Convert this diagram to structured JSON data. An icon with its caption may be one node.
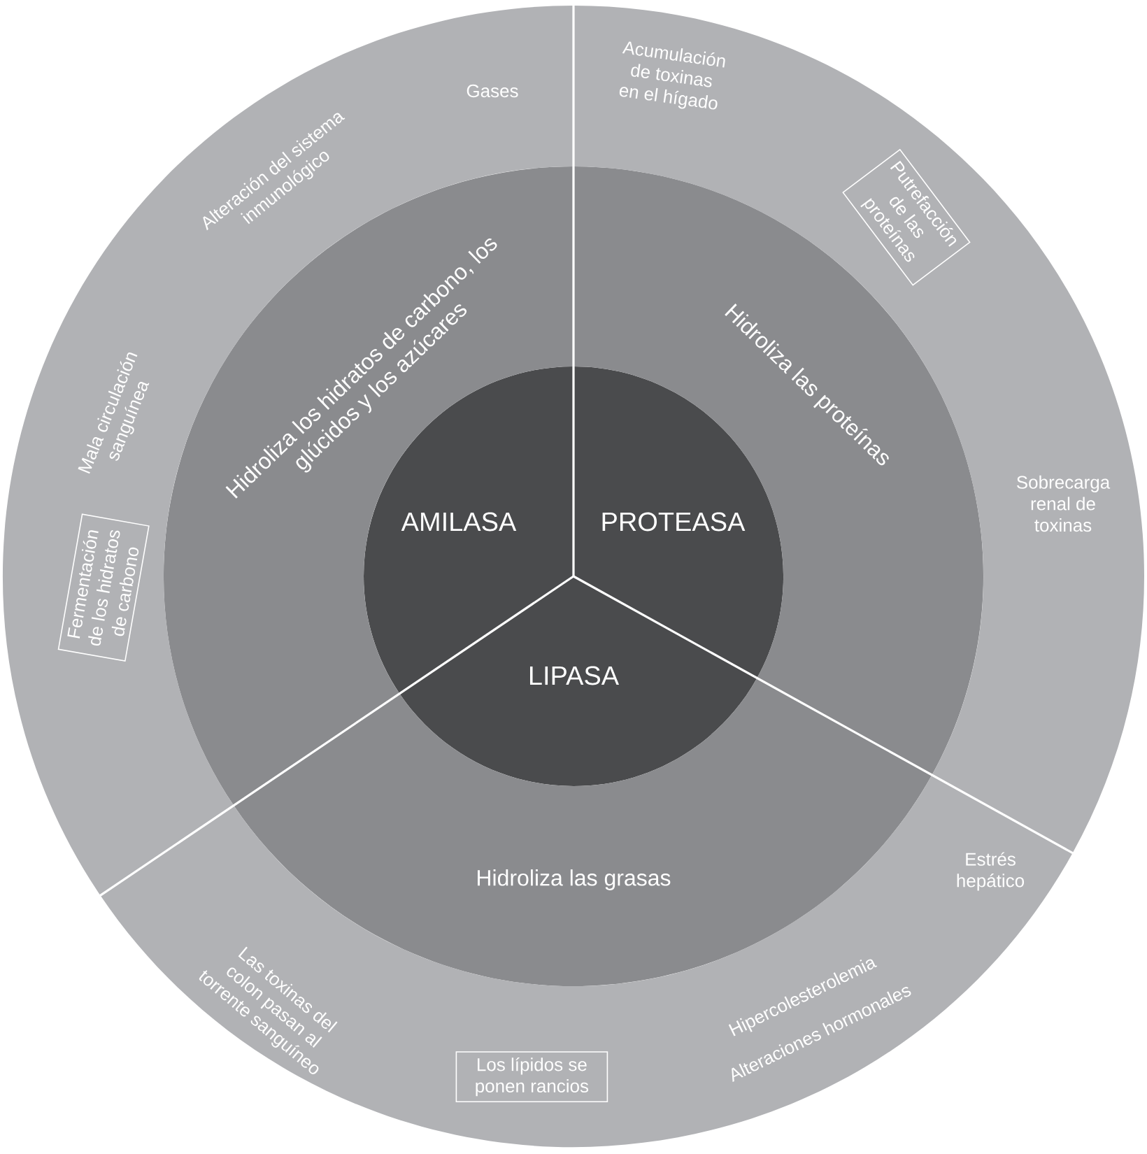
{
  "diagram": {
    "nodes": [
      {
        "text": [
          "AMILASA"
        ]
      },
      {
        "text": [
          "PROTEASA"
        ]
      },
      {
        "text": [
          "LIPASA"
        ]
      },
      {
        "text": [
          "Hidroliza los hidratos de carbono, los glúcidos y los azúcares"
        ]
      },
      {
        "text": [
          "Hidroliza las proteínas"
        ]
      },
      {
        "text": [
          "Hidroliza las grasas"
        ]
      },
      {
        "text": [
          "Gases",
          "Alteración del sistema inmunológico",
          "Mala circulación sanguínea"
        ]
      },
      {
        "text": [
          "Fermentación de los hidratos de carbono"
        ],
        "in": 6
      },
      {
        "text": [
          "Acumulación de toxinas en el hígado",
          "Sobrecarga renal de toxinas"
        ]
      },
      {
        "text": [
          "Putrefacción de las proteínas"
        ],
        "in": 8
      },
      {
        "text": [
          "Las toxinas del colon pasan al torrente sanguíneo",
          "Estrés hepático",
          "Hipercolesterolemia",
          "Alteraciones hormonales"
        ]
      },
      {
        "text": [
          "Los lípidos se ponen rancios"
        ],
        "in": 10
      }
    ]
  }
}
